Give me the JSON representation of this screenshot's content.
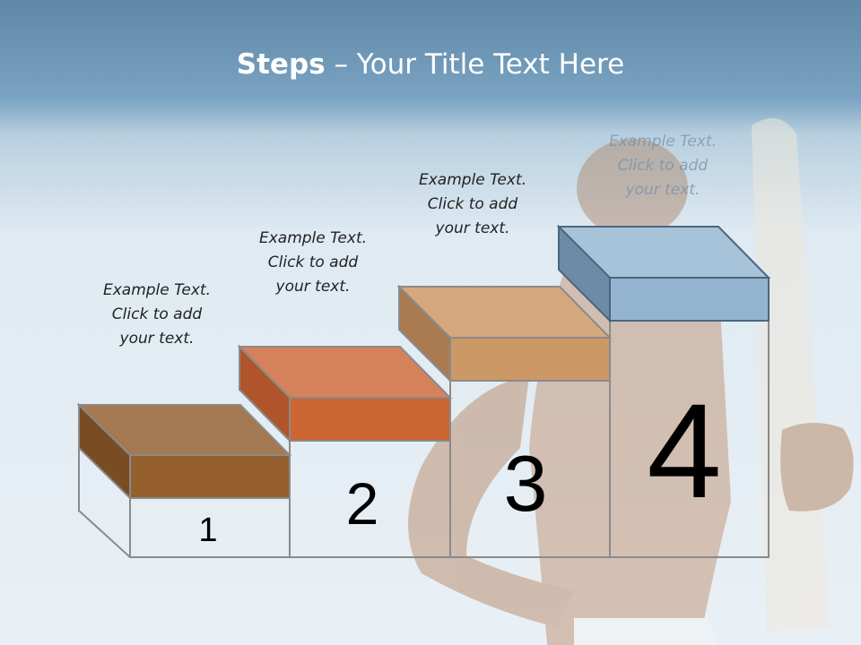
{
  "title": {
    "bold": "Steps",
    "rest": " – Your Title Text Here"
  },
  "steps": [
    {
      "number": "1",
      "lines": [
        "Example Text.",
        "Click  to add",
        "your text."
      ],
      "top_color": "#a47850",
      "front_color": "#96602e",
      "side_color": "#7a4c24"
    },
    {
      "number": "2",
      "lines": [
        "Example Text.",
        "Click  to add",
        "your text."
      ],
      "top_color": "#d5825c",
      "front_color": "#cc6633",
      "side_color": "#b0552b"
    },
    {
      "number": "3",
      "lines": [
        "Example Text.",
        "Click  to add",
        "your text."
      ],
      "top_color": "#d6a880",
      "front_color": "#cc9966",
      "side_color": "#a87a50"
    },
    {
      "number": "4",
      "lines": [
        "Example Text.",
        "Click  to add",
        "your text."
      ],
      "top_color": "#a7c3d9",
      "front_color": "#93b3cf",
      "side_color": "#6e8ba6"
    }
  ]
}
